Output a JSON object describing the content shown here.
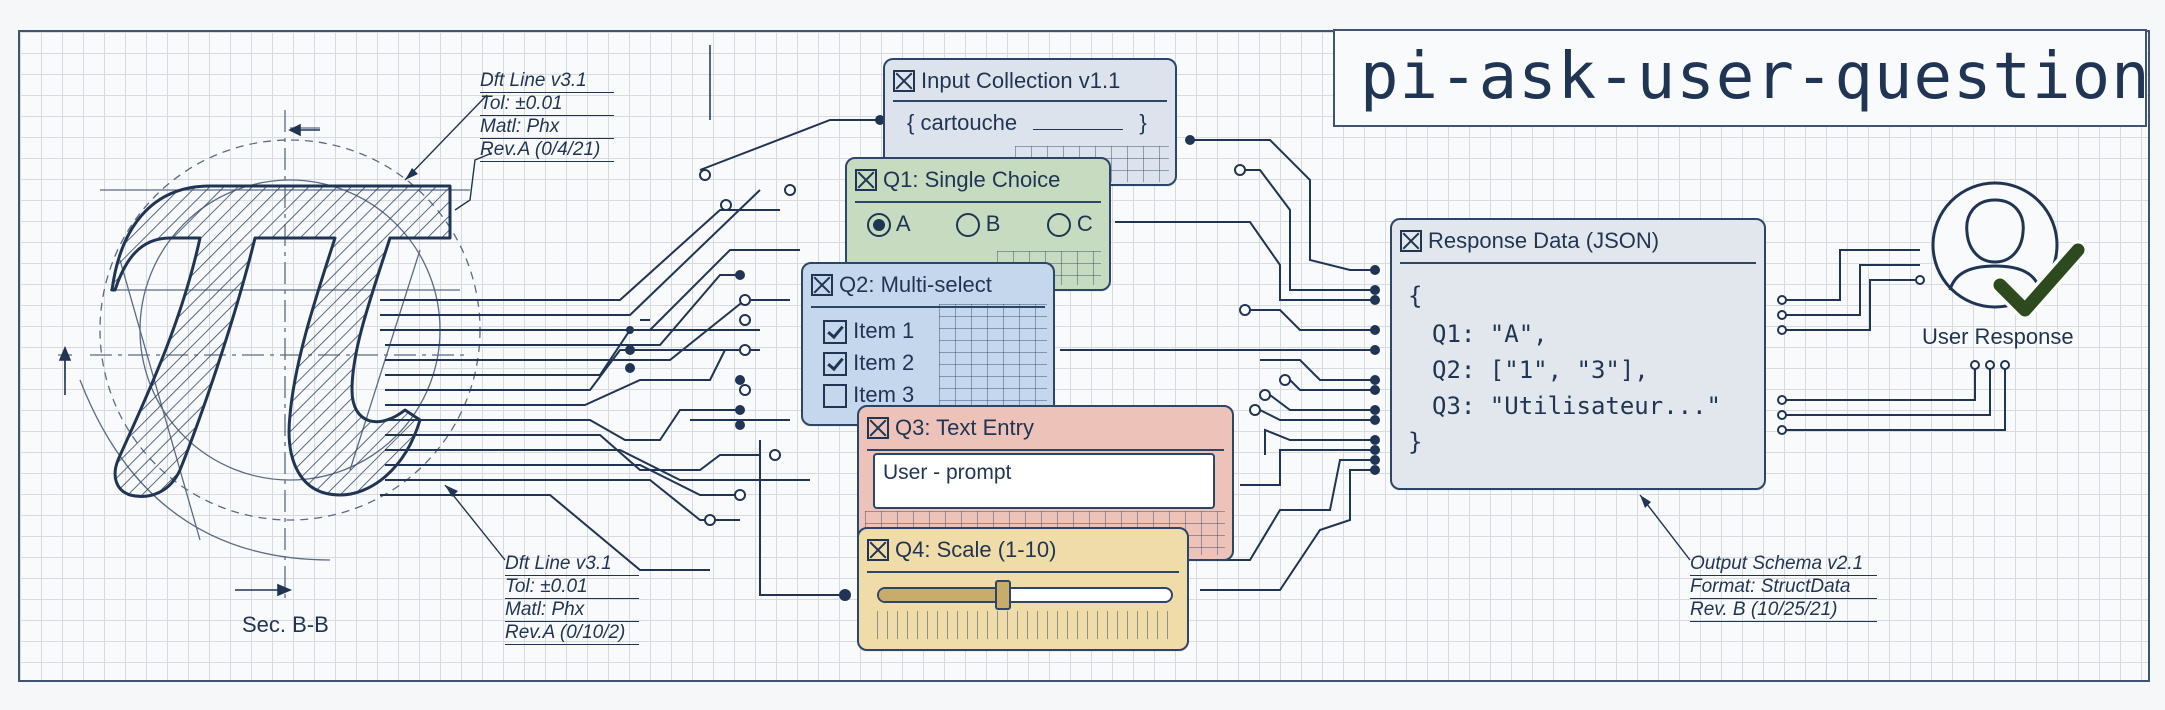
{
  "title": "pi-ask-user-question",
  "left_annotation_top": [
    "Dft  Line  v3.1",
    "Tol:  ±0.01",
    "Matl:  Phx",
    "Rev.A  (0/4/21)"
  ],
  "left_annotation_bottom": [
    "Dft Line v3.1",
    "Tol: ±0.01",
    "Matl: Phx",
    "Rev.A  (0/10/2)"
  ],
  "section_label": "Sec. B-B",
  "cards": {
    "input": {
      "title": "Input Collection v1.1",
      "body_left": "{ cartouche",
      "body_right": "}"
    },
    "q1": {
      "title": "Q1: Single Choice",
      "options": [
        "A",
        "B",
        "C"
      ],
      "selected": "A"
    },
    "q2": {
      "title": "Q2: Multi-select",
      "items": [
        "Item 1",
        "Item 2",
        "Item 3"
      ],
      "checked": [
        "Item 1",
        "Item 2"
      ]
    },
    "q3": {
      "title": "Q3: Text Entry",
      "placeholder": "User - prompt"
    },
    "q4": {
      "title": "Q4: Scale (1-10)",
      "value": 0.42
    }
  },
  "response": {
    "title": "Response Data (JSON)",
    "lines": [
      "{",
      "Q1: \"A\",",
      "Q2: [\"1\", \"3\"],",
      "Q3: \"Utilisateur...\"",
      "}"
    ]
  },
  "user_response_label": "User Response",
  "schema_note": [
    "Output Schema v2.1",
    "Format: StructData",
    "Rev. B (10/25/21)"
  ],
  "colors": {
    "ink": "#1f3553",
    "input_bg": "#dde3ec",
    "q1_bg": "#c6dbbf",
    "q2_bg": "#c4d7ec",
    "q3_bg": "#ecc2b9",
    "q4_bg": "#f0dca8",
    "response_bg": "#e2e7ee",
    "check_green": "#2d4a1e"
  }
}
